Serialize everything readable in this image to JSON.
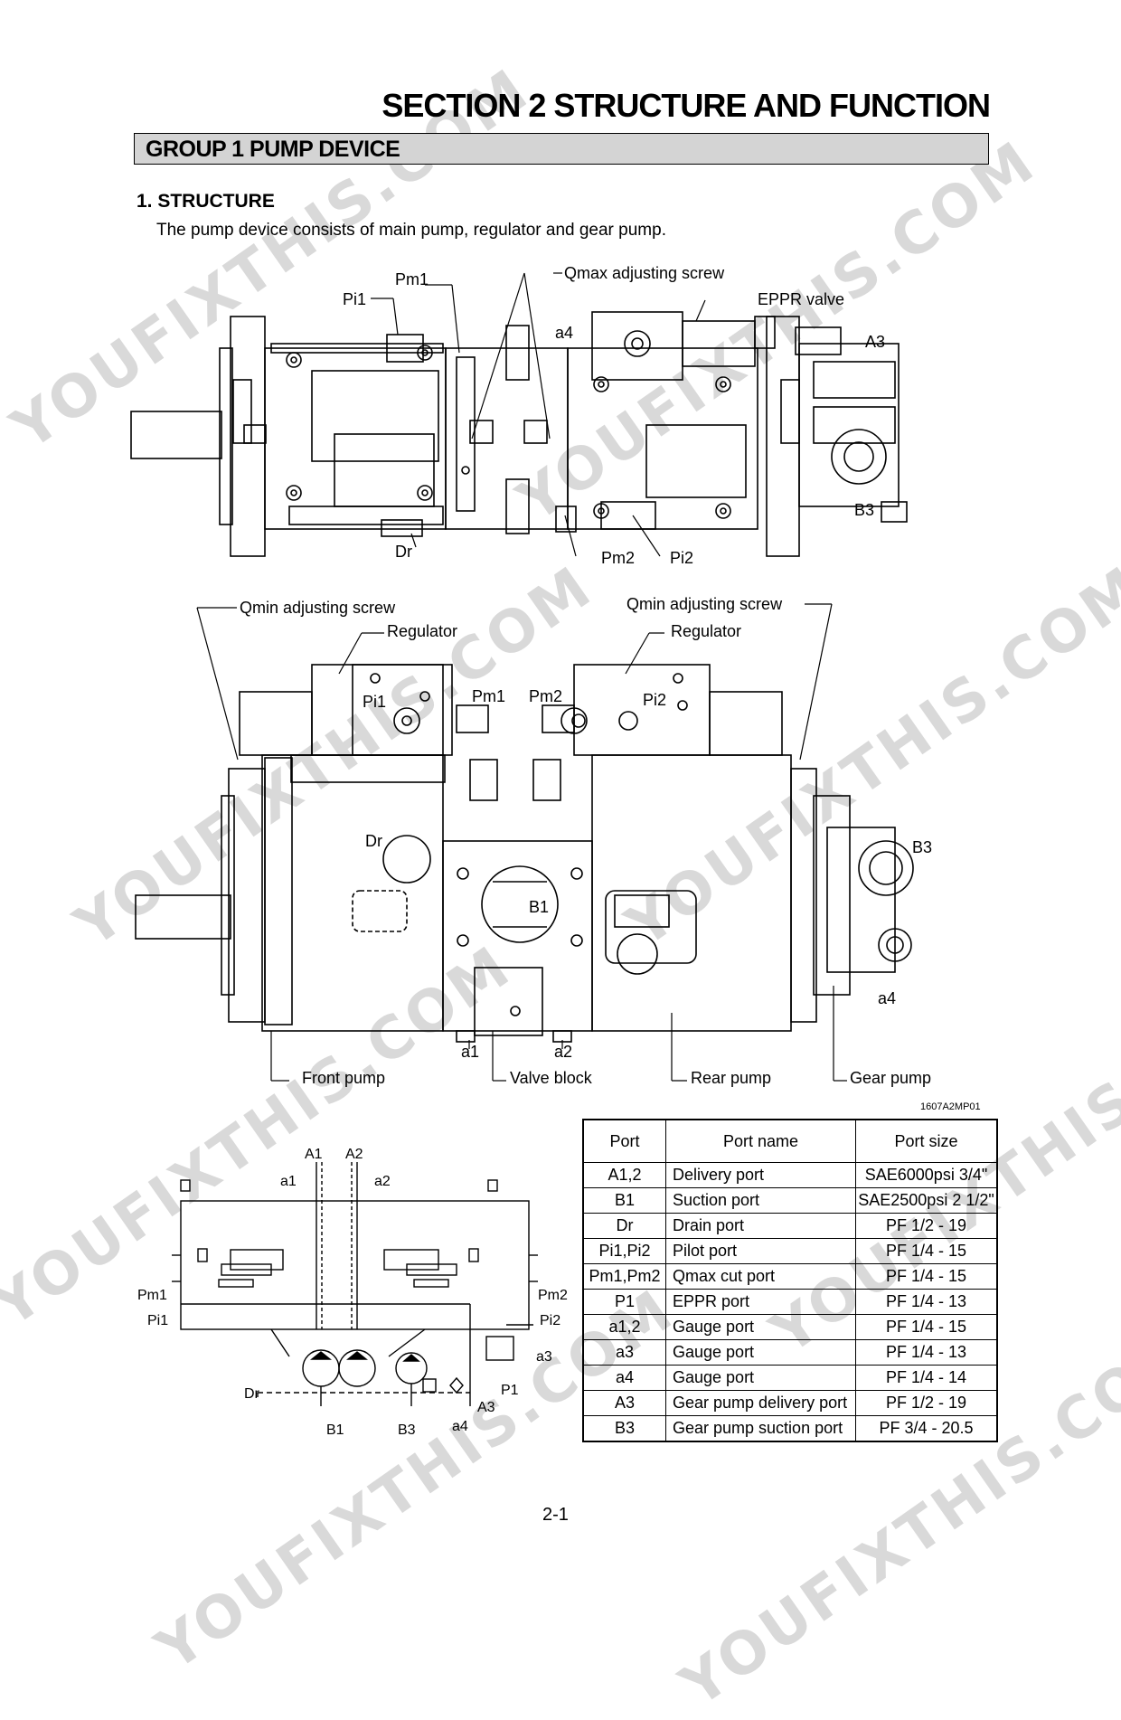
{
  "header": {
    "section_title": "SECTION  2  STRUCTURE AND FUNCTION",
    "group_title": "GROUP  1  PUMP DEVICE"
  },
  "structure": {
    "heading": "1. STRUCTURE",
    "description": "The pump device consists of main pump, regulator and gear pump."
  },
  "top_view_labels": {
    "pm1": "Pm1",
    "pi1": "Pi1",
    "qmax": "Qmax adjusting screw",
    "eppr": "EPPR valve",
    "a4": "a4",
    "a3": "A3",
    "b3": "B3",
    "dr": "Dr",
    "pm2": "Pm2",
    "pi2": "Pi2"
  },
  "front_view_labels": {
    "qmin_left": "Qmin adjusting screw",
    "qmin_right": "Qmin adjusting screw",
    "regulator_left": "Regulator",
    "regulator_right": "Regulator",
    "pi1": "Pi1",
    "pm1": "Pm1",
    "pm2": "Pm2",
    "pi2": "Pi2",
    "dr": "Dr",
    "b1": "B1",
    "b3": "B3",
    "a4": "a4",
    "a1": "a1",
    "a2": "a2",
    "front_pump": "Front pump",
    "valve_block": "Valve block",
    "rear_pump": "Rear pump",
    "gear_pump": "Gear pump"
  },
  "figure_code": "1607A2MP01",
  "hydraulic_labels": {
    "A1": "A1",
    "A2": "A2",
    "a1": "a1",
    "a2": "a2",
    "Pm1": "Pm1",
    "Pi1": "Pi1",
    "Pm2": "Pm2",
    "Pi2": "Pi2",
    "a3": "a3",
    "P1": "P1",
    "Dr": "Dr",
    "A3": "A3",
    "B1": "B1",
    "B3": "B3",
    "a4": "a4"
  },
  "port_table": {
    "headers": [
      "Port",
      "Port name",
      "Port size"
    ],
    "rows": [
      [
        "A1,2",
        "Delivery port",
        "SAE6000psi 3/4\""
      ],
      [
        "B1",
        "Suction port",
        "SAE2500psi 2 1/2\""
      ],
      [
        "Dr",
        "Drain port",
        "PF 1/2 - 19"
      ],
      [
        "Pi1,Pi2",
        "Pilot port",
        "PF 1/4 - 15"
      ],
      [
        "Pm1,Pm2",
        "Qmax cut port",
        "PF 1/4 - 15"
      ],
      [
        "P1",
        "EPPR port",
        "PF 1/4 - 13"
      ],
      [
        "a1,2",
        "Gauge port",
        "PF 1/4 - 15"
      ],
      [
        "a3",
        "Gauge port",
        "PF 1/4 - 13"
      ],
      [
        "a4",
        "Gauge port",
        "PF 1/4 - 14"
      ],
      [
        "A3",
        "Gear pump delivery port",
        "PF 1/2 - 19"
      ],
      [
        "B3",
        "Gear pump suction port",
        "PF 3/4 - 20.5"
      ]
    ]
  },
  "watermark": "YOUFIXTHIS.COM",
  "page_number": "2-1"
}
